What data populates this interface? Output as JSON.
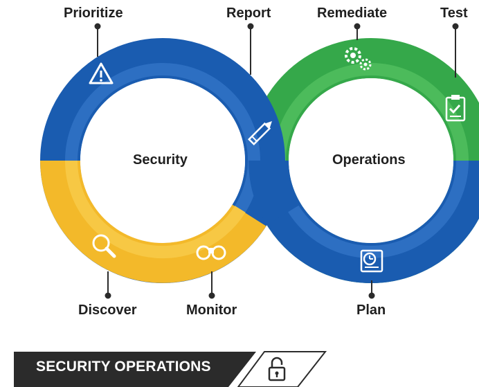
{
  "diagram": {
    "left_loop_label": "Security",
    "right_loop_label": "Operations",
    "stages": {
      "prioritize": "Prioritize",
      "report": "Report",
      "remediate": "Remediate",
      "test": "Test",
      "discover": "Discover",
      "monitor": "Monitor",
      "plan": "Plan"
    },
    "colors": {
      "blue": "#1a5cb0",
      "blue_inner": "#2d6fc2",
      "green": "#35a84a",
      "green_inner": "#4cbb5b",
      "yellow": "#f3b92a",
      "yellow_inner": "#f7c844",
      "dark": "#2b2b2b"
    }
  },
  "banner": {
    "title": "SECURITY OPERATIONS",
    "icon": "unlocked-padlock-icon"
  }
}
